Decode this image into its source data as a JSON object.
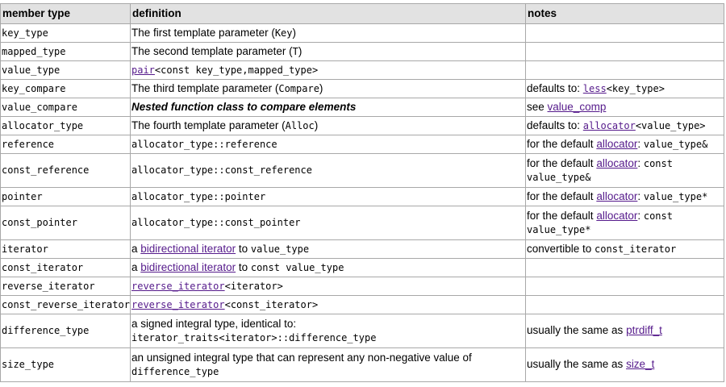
{
  "headers": [
    "member type",
    "definition",
    "notes"
  ],
  "rows": [
    {
      "member": "key_type",
      "def": {
        "t1": "The first template parameter (",
        "c1": "Key",
        "t2": ")"
      },
      "note": {}
    },
    {
      "member": "mapped_type",
      "def": {
        "t1": "The second template parameter (",
        "c1": "T",
        "t2": ")"
      },
      "note": {}
    },
    {
      "member": "value_type",
      "def": {
        "l1": "pair",
        "c1": "<const key_type,mapped_type>"
      },
      "note": {}
    },
    {
      "member": "key_compare",
      "def": {
        "t1": "The third template parameter (",
        "c1": "Compare",
        "t2": ")"
      },
      "note": {
        "t1": "defaults to: ",
        "l1": "less",
        "c1": "<key_type>"
      }
    },
    {
      "member": "value_compare",
      "def": {
        "b1": "Nested function class to compare elements"
      },
      "note": {
        "t1": "see ",
        "l1": "value_comp"
      }
    },
    {
      "member": "allocator_type",
      "def": {
        "t1": "The fourth template parameter (",
        "c1": "Alloc",
        "t2": ")"
      },
      "note": {
        "t1": "defaults to: ",
        "l1": "allocator",
        "c1": "<value_type>"
      }
    },
    {
      "member": "reference",
      "def": {
        "c1": "allocator_type::reference"
      },
      "note": {
        "t1": "for the default ",
        "l1": "allocator",
        "t2": ": ",
        "c1": "value_type&"
      }
    },
    {
      "member": "const_reference",
      "def": {
        "c1": "allocator_type::const_reference"
      },
      "note": {
        "t1": "for the default ",
        "l1": "allocator",
        "t2": ": ",
        "c1": "const value_type&"
      }
    },
    {
      "member": "pointer",
      "def": {
        "c1": "allocator_type::pointer"
      },
      "note": {
        "t1": "for the default ",
        "l1": "allocator",
        "t2": ": ",
        "c1": "value_type*"
      }
    },
    {
      "member": "const_pointer",
      "def": {
        "c1": "allocator_type::const_pointer"
      },
      "note": {
        "t1": "for the default ",
        "l1": "allocator",
        "t2": ": ",
        "c1": "const value_type*"
      }
    },
    {
      "member": "iterator",
      "def": {
        "t1": "a ",
        "l1": "bidirectional iterator",
        "t2": " to ",
        "c1": "value_type"
      },
      "note": {
        "t1": "convertible to ",
        "c1": "const_iterator"
      }
    },
    {
      "member": "const_iterator",
      "def": {
        "t1": "a ",
        "l1": "bidirectional iterator",
        "t2": " to ",
        "c1": "const value_type"
      },
      "note": {}
    },
    {
      "member": "reverse_iterator",
      "def": {
        "l2": "reverse_iterator",
        "c1": "<iterator>"
      },
      "note": {}
    },
    {
      "member": "const_reverse_iterator",
      "def": {
        "l2": "reverse_iterator",
        "c1": "<const_iterator>"
      },
      "note": {}
    },
    {
      "member": "difference_type",
      "def": {
        "t1": "a signed integral type, identical to: ",
        "c1": "iterator_traits<iterator>::difference_type"
      },
      "note": {
        "t1": "usually the same as ",
        "l1": "ptrdiff_t"
      }
    },
    {
      "member": "size_type",
      "def": {
        "t1": "an unsigned integral type that can represent any non-negative value of ",
        "c1": "difference_type"
      },
      "note": {
        "t1": "usually the same as ",
        "l1": "size_t"
      }
    }
  ]
}
